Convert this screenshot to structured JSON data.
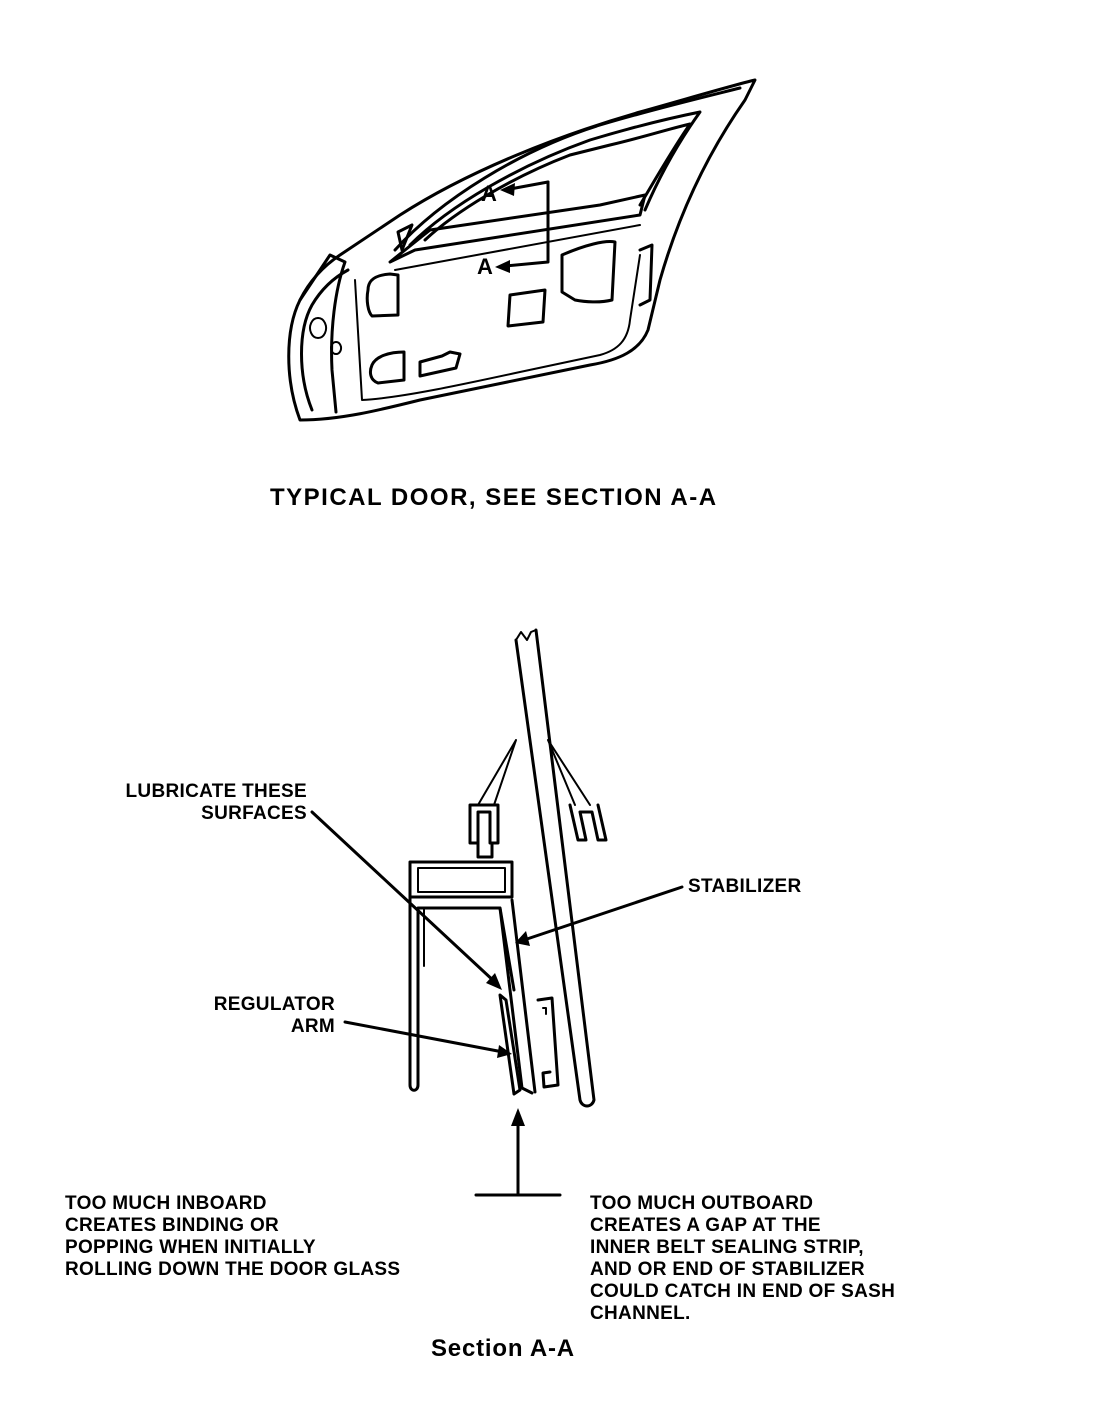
{
  "door": {
    "marker_top": "A",
    "marker_bottom": "A",
    "caption": "TYPICAL DOOR, SEE SECTION A-A"
  },
  "section": {
    "lubricate": "LUBRICATE THESE\nSURFACES",
    "stabilizer": "STABILIZER",
    "regulator": "REGULATOR\nARM",
    "inboard": "TOO MUCH INBOARD\nCREATES BINDING OR\nPOPPING WHEN INITIALLY\nROLLING DOWN THE DOOR GLASS",
    "outboard": "TOO MUCH OUTBOARD\nCREATES A GAP AT THE\nINNER BELT SEALING STRIP,\nAND OR END OF STABILIZER\nCOULD CATCH IN END OF SASH\nCHANNEL.",
    "caption": "Section A-A"
  }
}
